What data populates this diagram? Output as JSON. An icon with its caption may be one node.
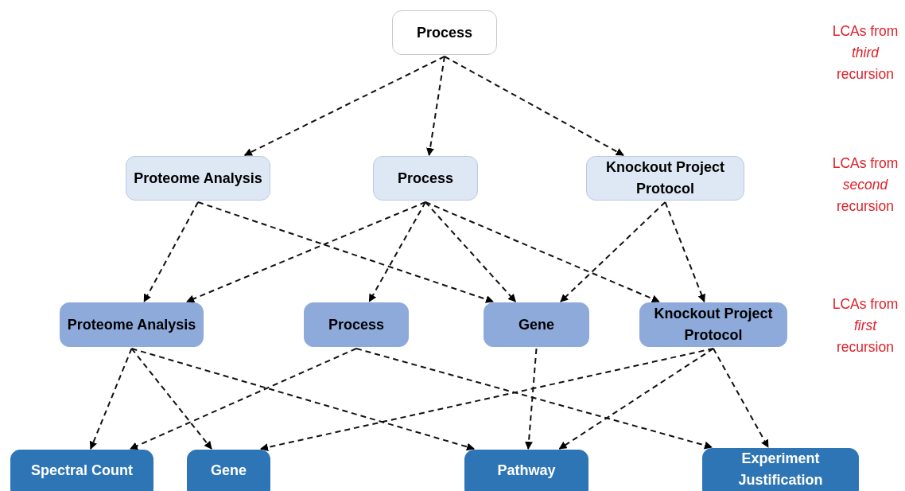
{
  "diagram": {
    "nodes": [
      {
        "text": [
          "Process"
        ]
      },
      {
        "text": [
          "Proteome Analysis"
        ]
      },
      {
        "text": [
          "Process"
        ]
      },
      {
        "text": [
          "Knockout Project Protocol"
        ]
      },
      {
        "text": [
          "Proteome Analysis"
        ]
      },
      {
        "text": [
          "Process"
        ]
      },
      {
        "text": [
          "Gene"
        ]
      },
      {
        "text": [
          "Knockout Project Protocol"
        ]
      },
      {
        "text": [
          "Spectral Count"
        ]
      },
      {
        "text": [
          "Gene"
        ]
      },
      {
        "text": [
          "Pathway"
        ]
      },
      {
        "text": [
          "Experiment Justification"
        ]
      }
    ],
    "edges": [
      {
        "from": 0,
        "to": 1,
        "arrow": "to",
        "style": "dashed"
      },
      {
        "from": 0,
        "to": 2,
        "arrow": "to",
        "style": "dashed"
      },
      {
        "from": 0,
        "to": 3,
        "arrow": "to",
        "style": "dashed"
      },
      {
        "from": 1,
        "to": 4,
        "arrow": "to",
        "style": "dashed"
      },
      {
        "from": 1,
        "to": 6,
        "arrow": "to",
        "style": "dashed"
      },
      {
        "from": 2,
        "to": 4,
        "arrow": "to",
        "style": "dashed"
      },
      {
        "from": 2,
        "to": 5,
        "arrow": "to",
        "style": "dashed"
      },
      {
        "from": 2,
        "to": 6,
        "arrow": "to",
        "style": "dashed"
      },
      {
        "from": 2,
        "to": 7,
        "arrow": "to",
        "style": "dashed"
      },
      {
        "from": 3,
        "to": 6,
        "arrow": "to",
        "style": "dashed"
      },
      {
        "from": 3,
        "to": 7,
        "arrow": "to",
        "style": "dashed"
      },
      {
        "from": 4,
        "to": 8,
        "arrow": "to",
        "style": "dashed"
      },
      {
        "from": 4,
        "to": 9,
        "arrow": "to",
        "style": "dashed"
      },
      {
        "from": 4,
        "to": 10,
        "arrow": "to",
        "style": "dashed"
      },
      {
        "from": 5,
        "to": 8,
        "arrow": "to",
        "style": "dashed"
      },
      {
        "from": 5,
        "to": 11,
        "arrow": "to",
        "style": "dashed"
      },
      {
        "from": 6,
        "to": 10,
        "arrow": "to",
        "style": "dashed"
      },
      {
        "from": 7,
        "to": 9,
        "arrow": "to",
        "style": "dashed"
      },
      {
        "from": 7,
        "to": 10,
        "arrow": "to",
        "style": "dashed"
      },
      {
        "from": 7,
        "to": 11,
        "arrow": "to",
        "style": "dashed"
      }
    ],
    "labels": [
      "LCAs from *third* recursion",
      "LCAs from *second* recursion",
      "LCAs from *first* recursion"
    ]
  }
}
